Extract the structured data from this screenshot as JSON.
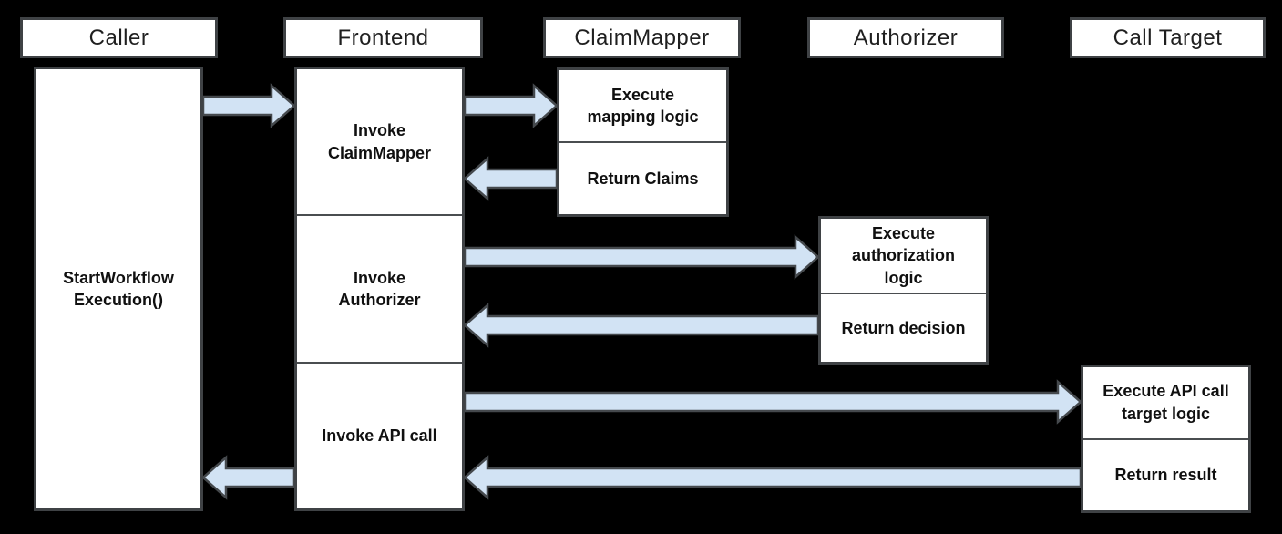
{
  "colors": {
    "page_bg": "#000000",
    "box_fill": "#ffffff",
    "box_border": "#3f4245",
    "divider": "#4a4d50",
    "arrow_fill": "#d2e3f4",
    "arrow_border": "#45494d",
    "header_text": "#1f1f1f",
    "body_text": "#101010"
  },
  "lanes": [
    {
      "label": "Caller"
    },
    {
      "label": "Frontend"
    },
    {
      "label": "ClaimMapper"
    },
    {
      "label": "Authorizer"
    },
    {
      "label": "Call Target"
    }
  ],
  "caller": {
    "action": "StartWorkflow\nExecution()"
  },
  "frontend": {
    "steps": [
      {
        "label": "Invoke\nClaimMapper"
      },
      {
        "label": "Invoke\nAuthorizer"
      },
      {
        "label": "Invoke API call"
      }
    ]
  },
  "claim_mapper": {
    "steps": [
      {
        "label": "Execute\nmapping logic"
      },
      {
        "label": "Return Claims"
      }
    ]
  },
  "authorizer": {
    "steps": [
      {
        "label": "Execute\nauthorization\nlogic"
      },
      {
        "label": "Return decision"
      }
    ]
  },
  "call_target": {
    "steps": [
      {
        "label": "Execute API call\ntarget logic"
      },
      {
        "label": "Return result"
      }
    ]
  },
  "flows": [
    {
      "from": "Caller",
      "to": "Frontend"
    },
    {
      "from": "Frontend",
      "to": "ClaimMapper"
    },
    {
      "from": "ClaimMapper",
      "to": "Frontend"
    },
    {
      "from": "Frontend",
      "to": "Authorizer"
    },
    {
      "from": "Authorizer",
      "to": "Frontend"
    },
    {
      "from": "Frontend",
      "to": "Call Target"
    },
    {
      "from": "Call Target",
      "to": "Frontend"
    },
    {
      "from": "Frontend",
      "to": "Caller"
    }
  ]
}
